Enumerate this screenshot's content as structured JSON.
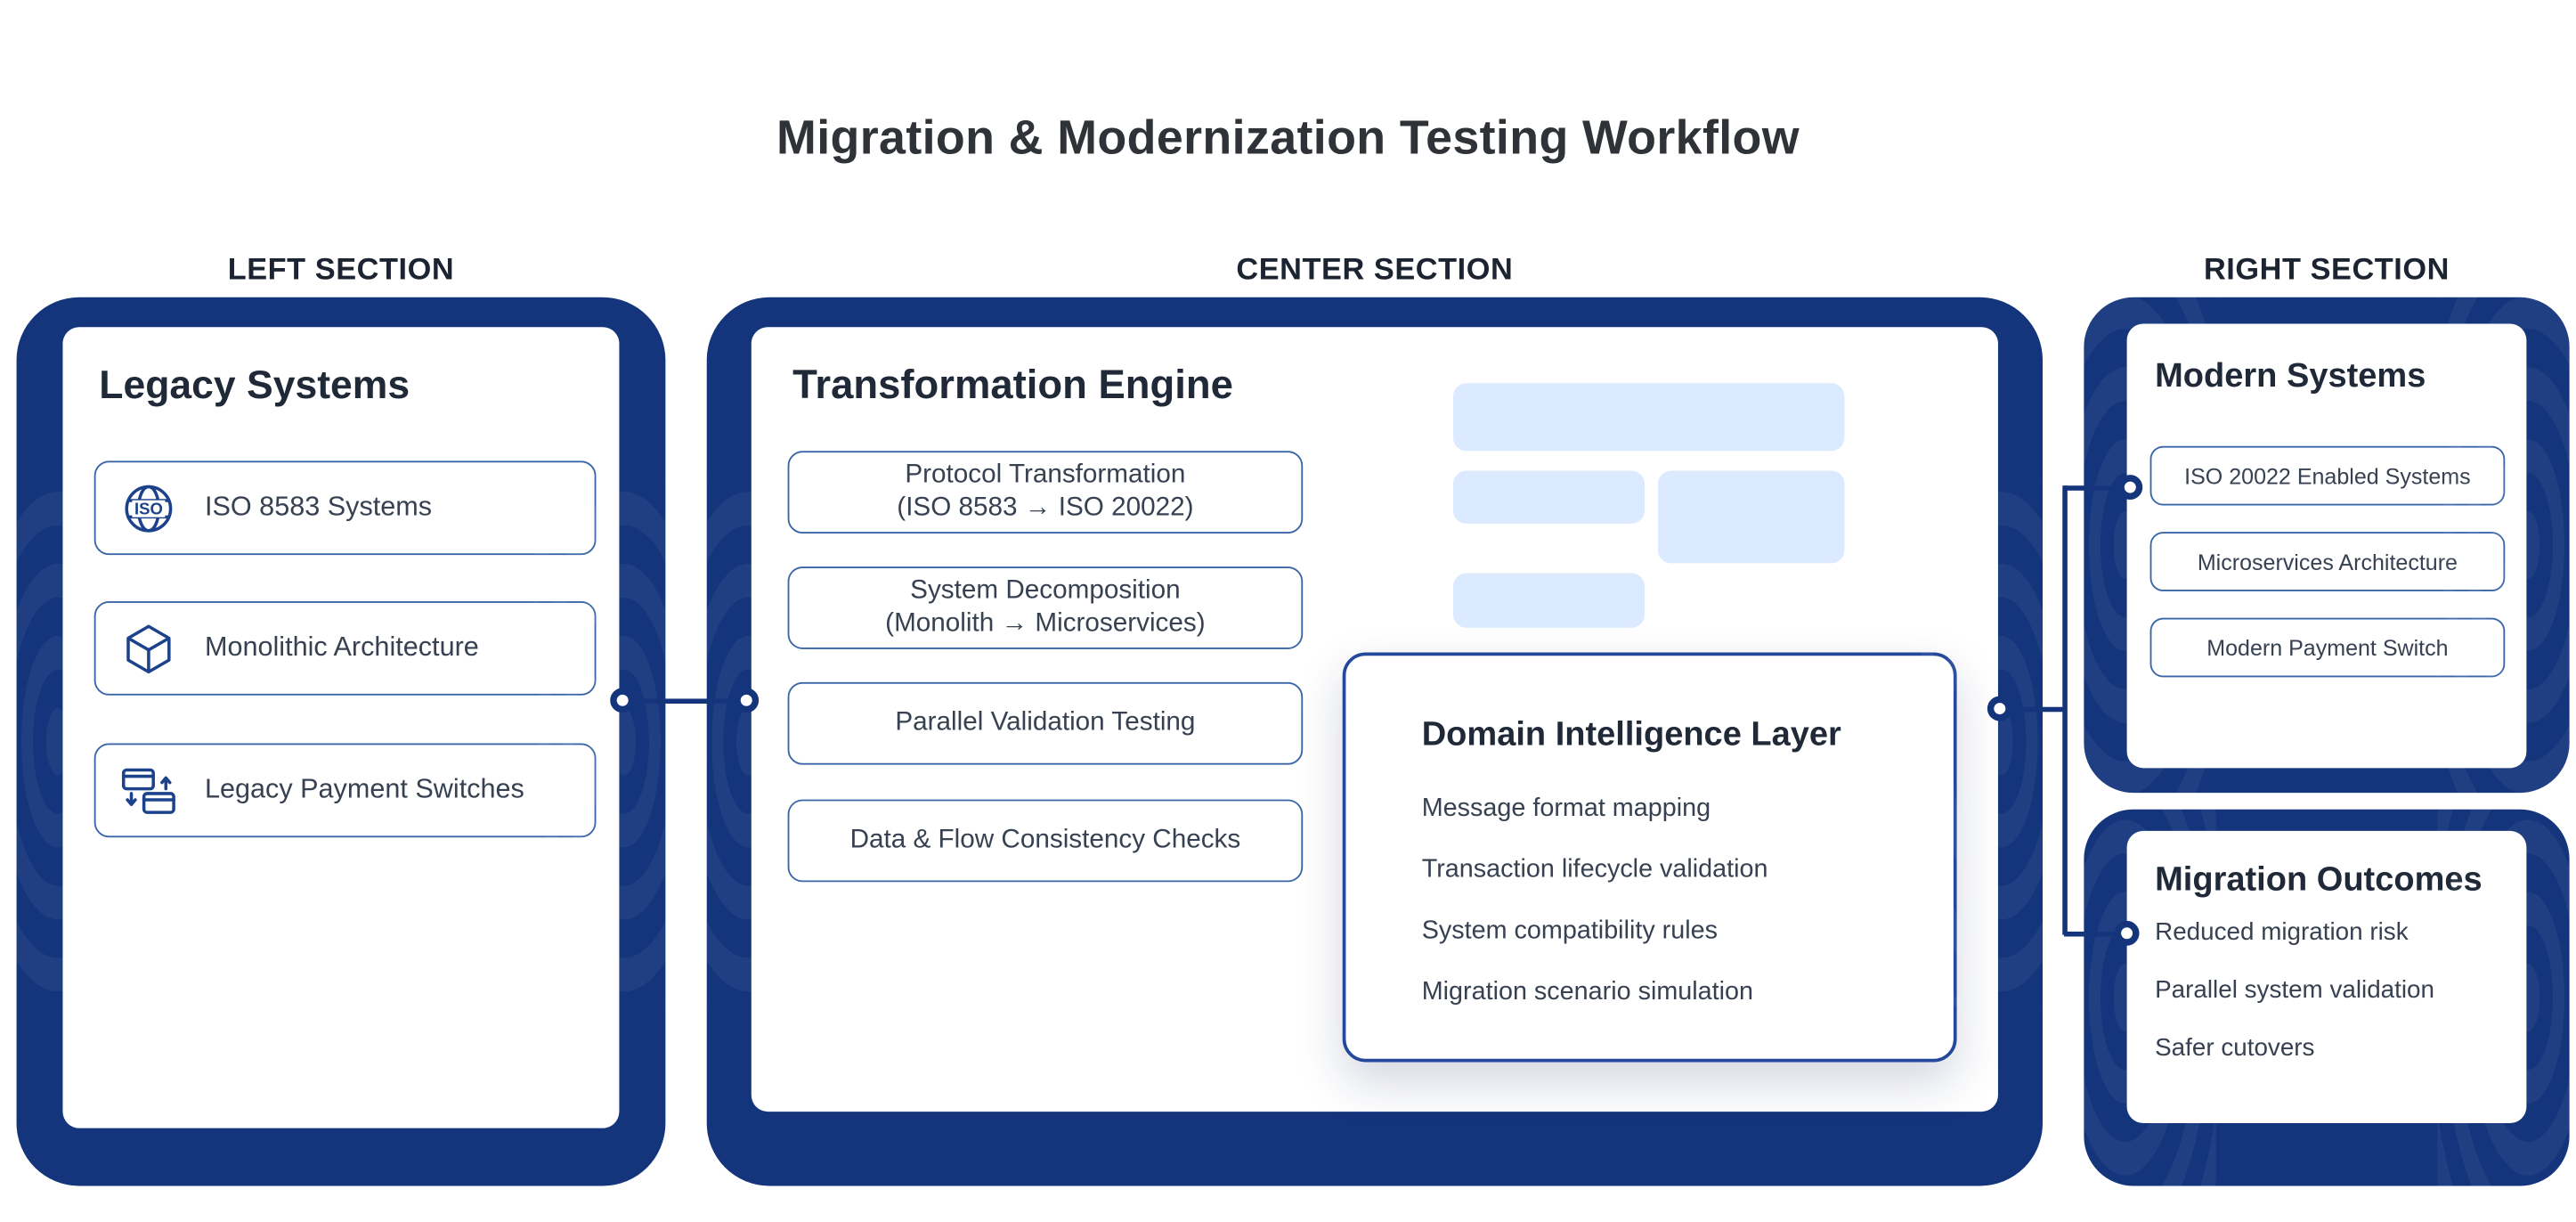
{
  "title": "Migration & Modernization Testing Workflow",
  "section_labels": {
    "left": "LEFT SECTION",
    "center": "CENTER SECTION",
    "right": "RIGHT SECTION"
  },
  "legacy_systems": {
    "title": "Legacy Systems",
    "items": [
      {
        "label": "ISO 8583 Systems",
        "icon": "iso-globe-icon"
      },
      {
        "label": "Monolithic Architecture",
        "icon": "cube-icon"
      },
      {
        "label": "Legacy Payment Switches",
        "icon": "payment-cards-swap-icon"
      }
    ]
  },
  "transformation_engine": {
    "title": "Transformation Engine",
    "steps": [
      {
        "line1": "Protocol Transformation",
        "line2": "(ISO 8583 → ISO 20022)"
      },
      {
        "line1": "System Decomposition",
        "line2": "(Monolith → Microservices)"
      },
      {
        "line1": "Parallel Validation Testing",
        "line2": ""
      },
      {
        "line1": "Data & Flow Consistency Checks",
        "line2": ""
      }
    ],
    "domain_intelligence": {
      "title": "Domain Intelligence Layer",
      "items": [
        "Message format mapping",
        "Transaction lifecycle validation",
        "System compatibility rules",
        "Migration scenario simulation"
      ]
    }
  },
  "modern_systems": {
    "title": "Modern Systems",
    "items": [
      "ISO 20022 Enabled Systems",
      "Microservices Architecture",
      "Modern Payment Switch"
    ]
  },
  "migration_outcomes": {
    "title": "Migration Outcomes",
    "items": [
      "Reduced migration risk",
      "Parallel system validation",
      "Safer cutovers"
    ]
  },
  "colors": {
    "navy": "#14357c",
    "box_border": "#3a66a8",
    "dil_border": "#24489b",
    "skeleton": "#dbeafe",
    "heading": "#1f2937",
    "text": "#374151",
    "title": "#2f3338"
  }
}
